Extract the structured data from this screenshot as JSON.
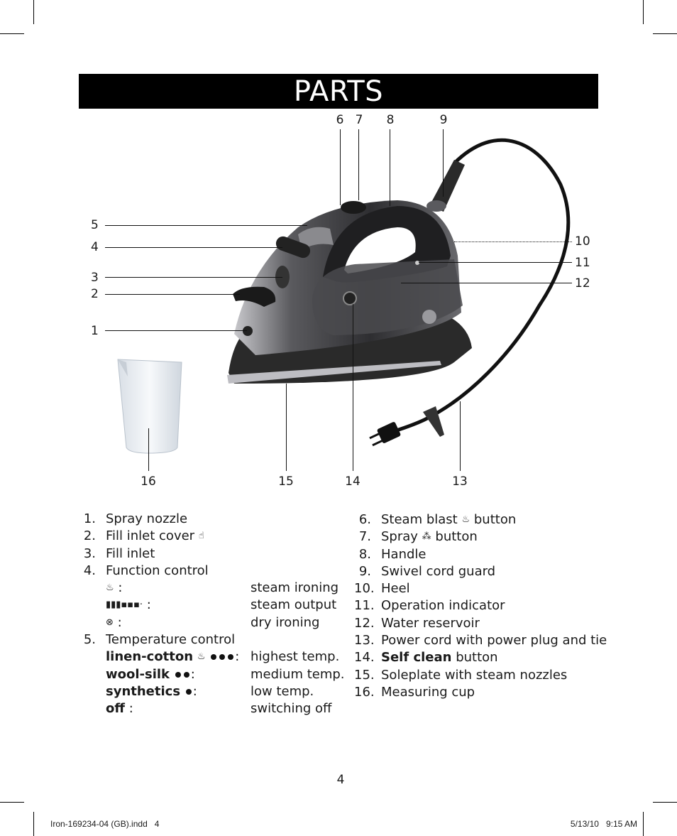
{
  "page_title": "PARTS",
  "callouts": [
    "1",
    "2",
    "3",
    "4",
    "5",
    "6",
    "7",
    "8",
    "9",
    "10",
    "11",
    "12",
    "13",
    "14",
    "15",
    "16"
  ],
  "left_list": [
    {
      "num": "1.",
      "label": "Spray nozzle"
    },
    {
      "num": "2.",
      "label": "Fill inlet cover",
      "icon": "push-icon"
    },
    {
      "num": "3.",
      "label": "Fill inlet"
    },
    {
      "num": "4.",
      "label": "Function control"
    },
    {
      "sub": true,
      "icon": "steam-icon",
      "label": ":",
      "value": "steam ironing"
    },
    {
      "sub": true,
      "icon": "steam-output-scale-icon",
      "label": ":",
      "value": "steam output"
    },
    {
      "sub": true,
      "icon": "dry-iron-icon",
      "label": ":",
      "value": "dry ironing"
    },
    {
      "num": "5.",
      "label": "Temperature control"
    },
    {
      "sub": true,
      "bold": "linen-cotton",
      "dots": 3,
      "steam": true,
      "label": ":",
      "value": "highest temp."
    },
    {
      "sub": true,
      "bold": "wool-silk",
      "dots": 2,
      "label": ":",
      "value": "medium temp."
    },
    {
      "sub": true,
      "bold": "synthetics",
      "dots": 1,
      "label": ":",
      "value": "low temp."
    },
    {
      "sub": true,
      "bold": "off",
      "label": ":",
      "value": "switching off"
    }
  ],
  "right_list": [
    {
      "num": "6.",
      "label": "Steam blast",
      "icon": "steam-icon",
      "suffix": "button"
    },
    {
      "num": "7.",
      "label": "Spray",
      "icon": "spray-icon",
      "suffix": "button"
    },
    {
      "num": "8.",
      "label": "Handle"
    },
    {
      "num": "9.",
      "label": "Swivel cord guard"
    },
    {
      "num": "10.",
      "label": "Heel"
    },
    {
      "num": "11.",
      "label": "Operation indicator"
    },
    {
      "num": "12.",
      "label": "Water reservoir"
    },
    {
      "num": "13.",
      "label": "Power cord with power plug and tie"
    },
    {
      "num": "14.",
      "bold": "Self clean",
      "suffix": "button"
    },
    {
      "num": "15.",
      "label": "Soleplate with steam nozzles"
    },
    {
      "num": "16.",
      "label": "Measuring cup"
    }
  ],
  "page_number": "4",
  "slug_left": "Iron-169234-04 (GB).indd   4",
  "slug_right": "5/13/10   9:15 AM",
  "colors": {
    "title_bg": "#000000",
    "title_text": "#ffffff",
    "iron_body": "#3a3a3c",
    "soleplate": "#2a2a2a"
  }
}
